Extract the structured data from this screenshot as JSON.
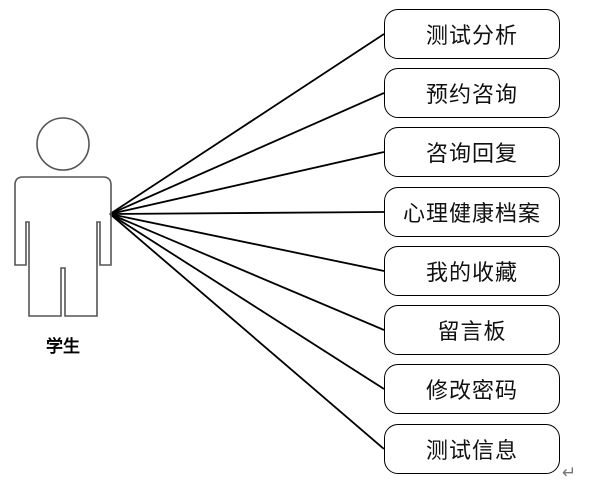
{
  "actor": {
    "label": "学生"
  },
  "use_cases": [
    {
      "label": "测试分析"
    },
    {
      "label": "预约咨询"
    },
    {
      "label": "咨询回复"
    },
    {
      "label": "心理健康档案"
    },
    {
      "label": "我的收藏"
    },
    {
      "label": "留言板"
    },
    {
      "label": "修改密码"
    },
    {
      "label": "测试信息"
    }
  ],
  "paragraph_mark": "↵",
  "colors": {
    "line": "#000000",
    "actor_outline": "#555555"
  }
}
